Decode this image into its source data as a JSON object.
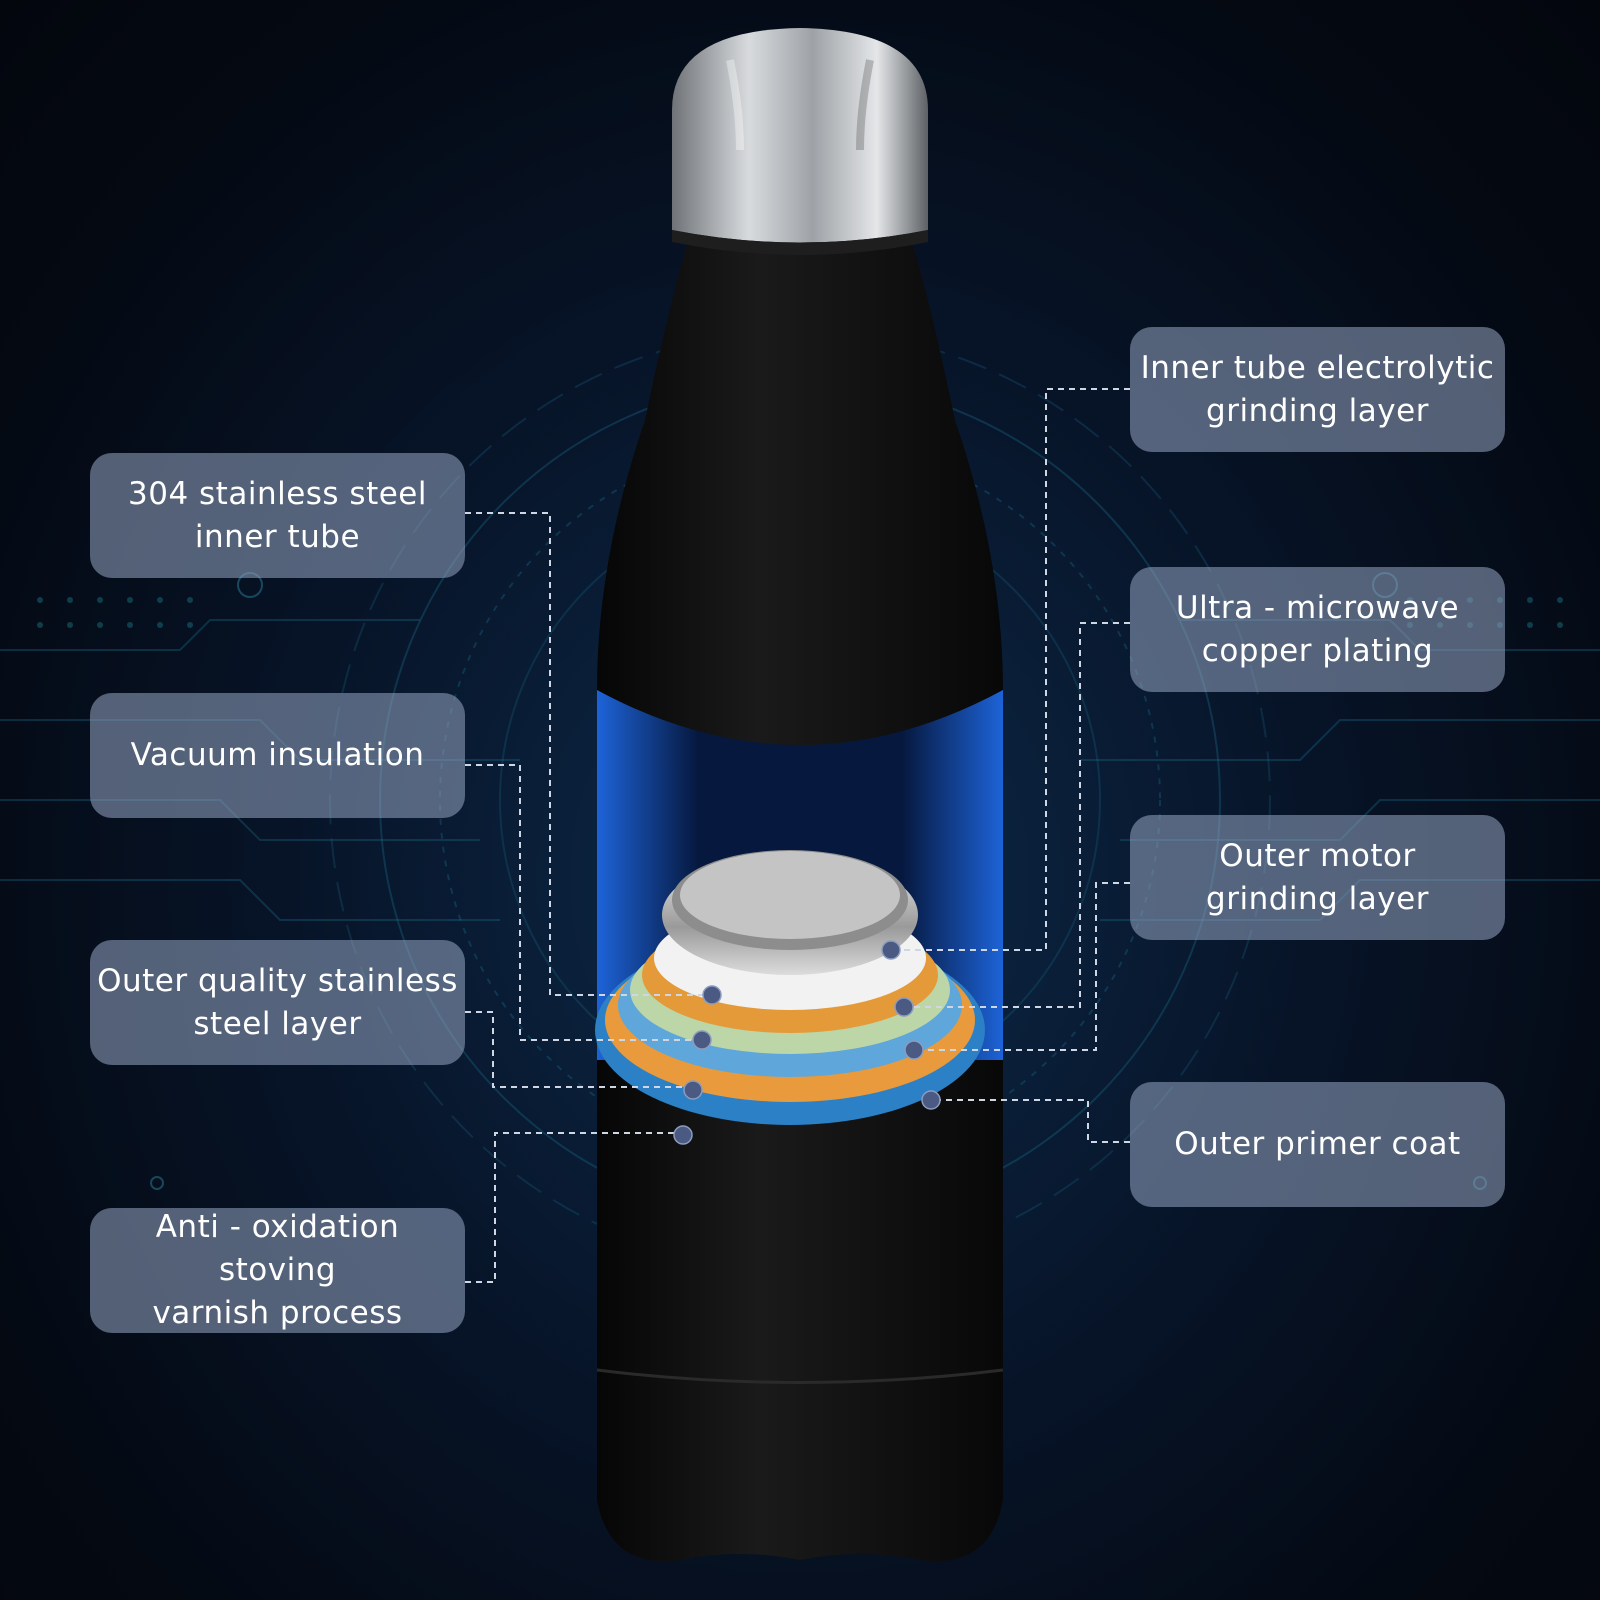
{
  "labels": {
    "left": [
      {
        "text": "304 stainless steel\ninner tube"
      },
      {
        "text": "Vacuum insulation"
      },
      {
        "text": "Outer quality stainless\nsteel layer"
      },
      {
        "text": "Anti - oxidation stoving\nvarnish process"
      }
    ],
    "right": [
      {
        "text": "Inner tube electrolytic\ngrinding layer"
      },
      {
        "text": "Ultra - microwave\ncopper plating"
      },
      {
        "text": "Outer motor\ngrinding layer"
      },
      {
        "text": "Outer primer coat"
      }
    ]
  },
  "colors": {
    "label_fill": "#96a5c3",
    "marker_dot": "#4a5a82",
    "bottle_body": "#101010",
    "cap_steel": "#b8bcc0",
    "layer_orange": "#e59a3a",
    "layer_green": "#b9d3a6",
    "layer_blue": "#5ea3d8",
    "glow_blue": "#1f5fd6"
  },
  "icons": {
    "background": "circuit-board-pattern",
    "product": "insulated-water-bottle-cutaway"
  }
}
